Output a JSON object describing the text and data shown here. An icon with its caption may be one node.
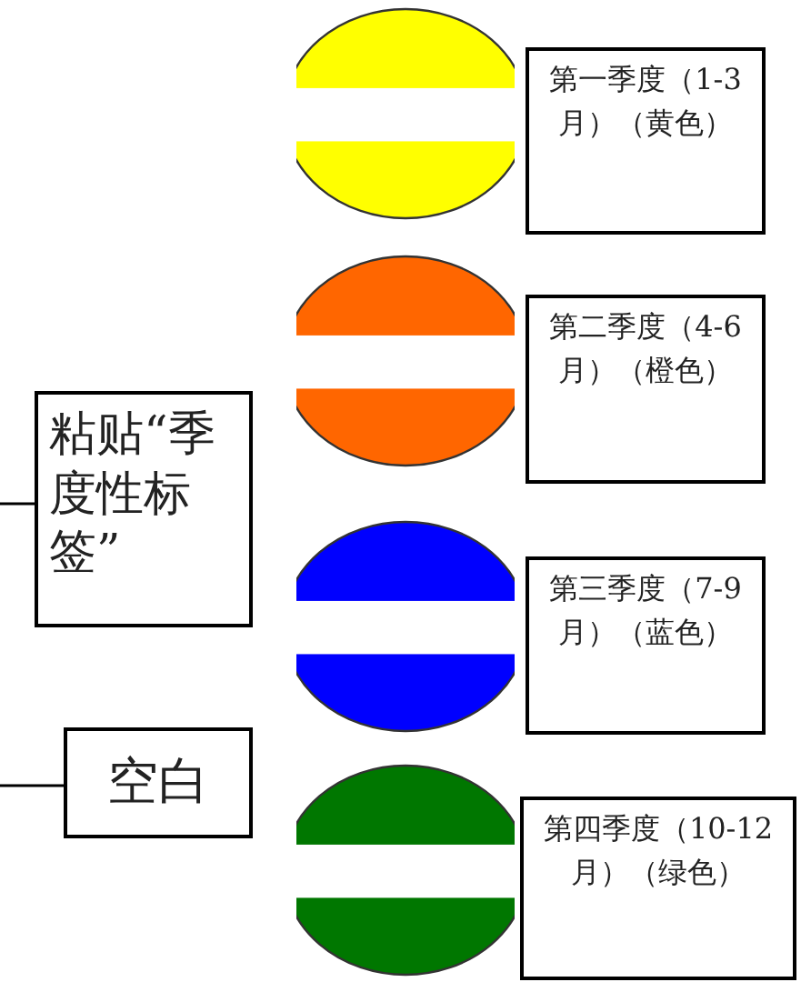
{
  "diagram": {
    "nodes": [
      {
        "text": [],
        "shape": "circle"
      },
      {
        "text": [
          "第一季度（1-3月）（黄色）"
        ]
      },
      {
        "text": [],
        "shape": "circle"
      },
      {
        "text": [
          "第二季度（4-6月）（橙色）"
        ]
      },
      {
        "text": [
          "粘贴“季度性标签”"
        ]
      },
      {
        "text": [],
        "shape": "circle"
      },
      {
        "text": [
          "第三季度（7-9月）（蓝色）"
        ]
      },
      {
        "text": [
          "空白"
        ]
      },
      {
        "text": [],
        "shape": "circle"
      },
      {
        "text": [
          "第四季度（10-12月）（绿色）"
        ]
      }
    ],
    "edges": [
      {
        "from": 4,
        "to": null,
        "arrow": "none"
      },
      {
        "from": 7,
        "to": null,
        "arrow": "none"
      }
    ]
  }
}
